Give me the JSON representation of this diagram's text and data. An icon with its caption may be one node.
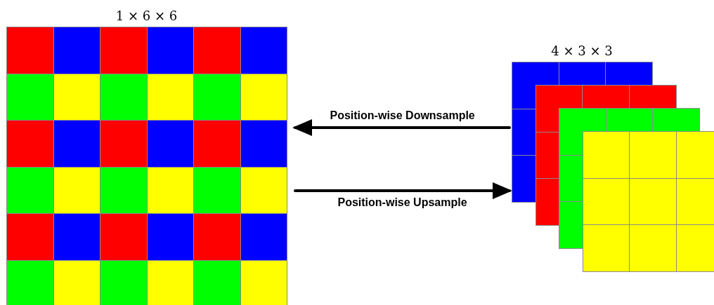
{
  "diagram": {
    "nodes": [
      {
        "text": [
          "1 × 6 × 6"
        ]
      },
      {
        "text": [
          "4 × 3 × 3"
        ]
      }
    ],
    "edges": [
      {
        "from": 1,
        "to": 0,
        "arrow": "to",
        "label": "Position-wise Downsample"
      },
      {
        "from": 0,
        "to": 1,
        "arrow": "to",
        "label": "Position-wise Upsample"
      }
    ]
  }
}
